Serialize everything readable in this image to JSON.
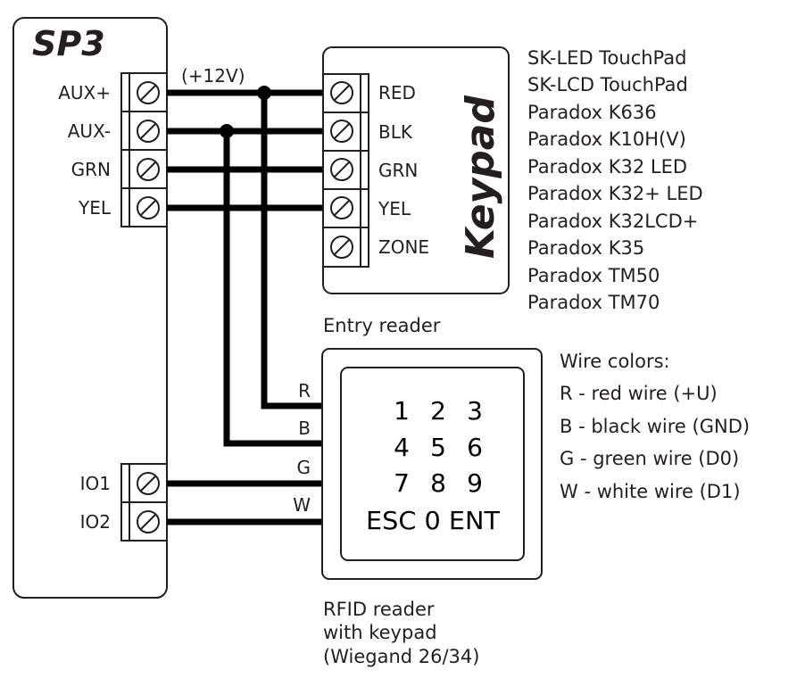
{
  "controller": {
    "title": "SP3",
    "terminals_top": [
      "AUX+",
      "AUX-",
      "GRN",
      "YEL"
    ],
    "terminals_bottom": [
      "IO1",
      "IO2"
    ],
    "voltage_note": "(+12V)"
  },
  "keypad": {
    "title": "Keypad",
    "terminals": [
      "RED",
      "BLK",
      "GRN",
      "YEL",
      "ZONE"
    ],
    "compatible_models": [
      "SK-LED TouchPad",
      "SK-LCD TouchPad",
      "Paradox K636",
      "Paradox K10H(V)",
      "Paradox K32 LED",
      "Paradox K32+ LED",
      "Paradox K32LCD+",
      "Paradox K35",
      "Paradox TM50",
      "Paradox TM70"
    ]
  },
  "reader": {
    "caption_top": "Entry reader",
    "wire_labels": [
      "R",
      "B",
      "G",
      "W"
    ],
    "keys": [
      [
        "1",
        "2",
        "3"
      ],
      [
        "4",
        "5",
        "6"
      ],
      [
        "7",
        "8",
        "9"
      ]
    ],
    "bottom_row": "ESC 0 ENT",
    "caption_bottom": [
      "RFID reader",
      "with keypad",
      "(Wiegand 26/34)"
    ]
  },
  "legend": {
    "title": "Wire colors:",
    "items": [
      "R - red wire (+U)",
      "B - black wire (GND)",
      "G - green wire (D0)",
      "W - white wire (D1)"
    ]
  }
}
